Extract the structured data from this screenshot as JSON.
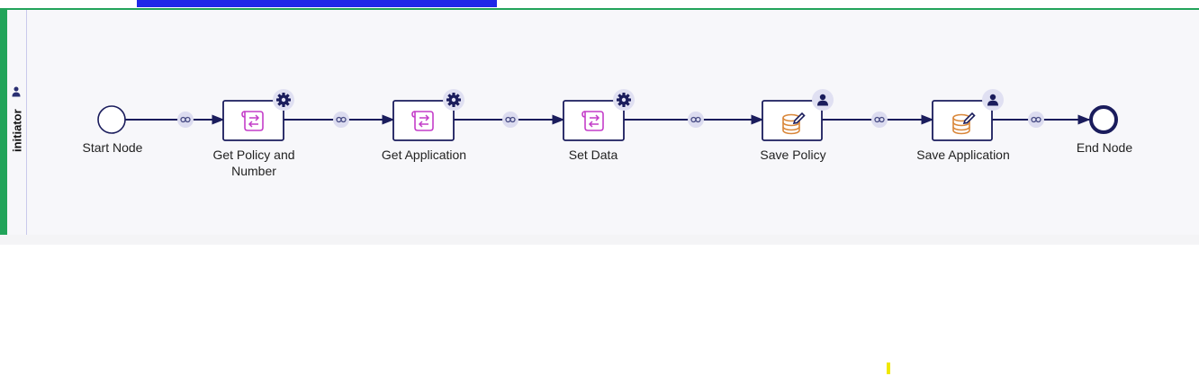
{
  "lane": {
    "label": "initiator",
    "icon": "person-icon"
  },
  "colors": {
    "accent": "#22a45a",
    "edge": "#1a1c5c",
    "service": "#c43ec9",
    "database": "#d9873a",
    "badge": "#e0e0f2",
    "top_bar": "#1f28e8"
  },
  "nodes": [
    {
      "id": "start",
      "label": "Start Node",
      "type": "start-event"
    },
    {
      "id": "n1",
      "label": "Get Policy and Number",
      "type": "service-task",
      "badge": "gear-icon"
    },
    {
      "id": "n2",
      "label": "Get Application",
      "type": "service-task",
      "badge": "gear-icon"
    },
    {
      "id": "n3",
      "label": "Set Data",
      "type": "service-task",
      "badge": "gear-icon"
    },
    {
      "id": "n4",
      "label": "Save Policy",
      "type": "user-task",
      "badge": "person-icon"
    },
    {
      "id": "n5",
      "label": "Save Application",
      "type": "user-task",
      "badge": "person-icon"
    },
    {
      "id": "end",
      "label": "End Node",
      "type": "end-event"
    }
  ]
}
